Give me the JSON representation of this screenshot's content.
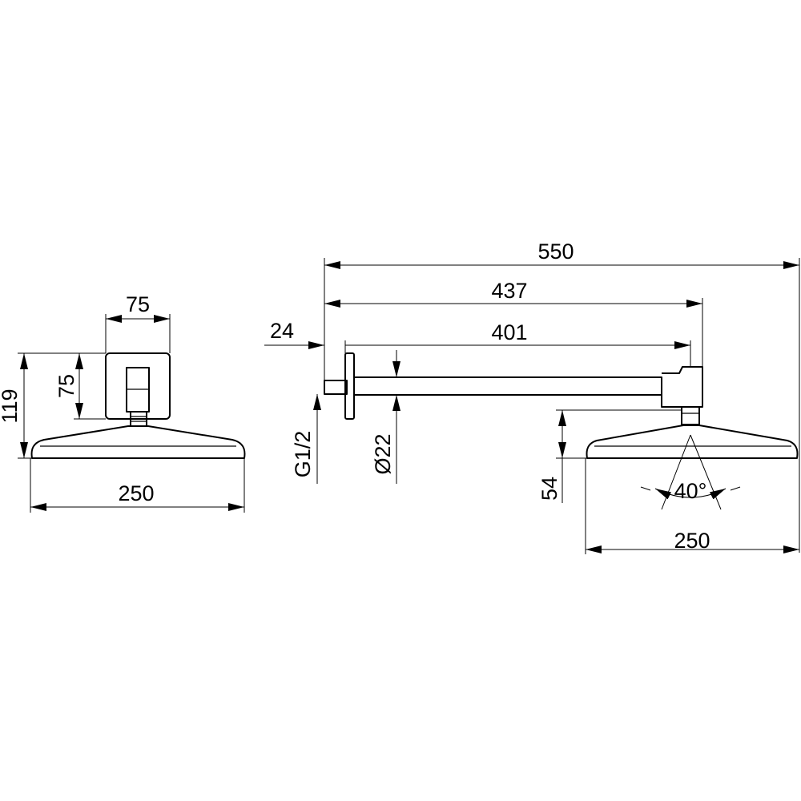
{
  "front_view": {
    "mount_width": "75",
    "mount_height": "75",
    "total_height": "119",
    "head_width": "250"
  },
  "side_view": {
    "overall_length": "550",
    "arm_length_to_center": "437",
    "arm_length": "401",
    "flange_offset": "24",
    "thread": "G1/2",
    "pipe_diameter": "Ø22",
    "head_height": "54",
    "spray_angle": "40°",
    "head_width": "250"
  }
}
